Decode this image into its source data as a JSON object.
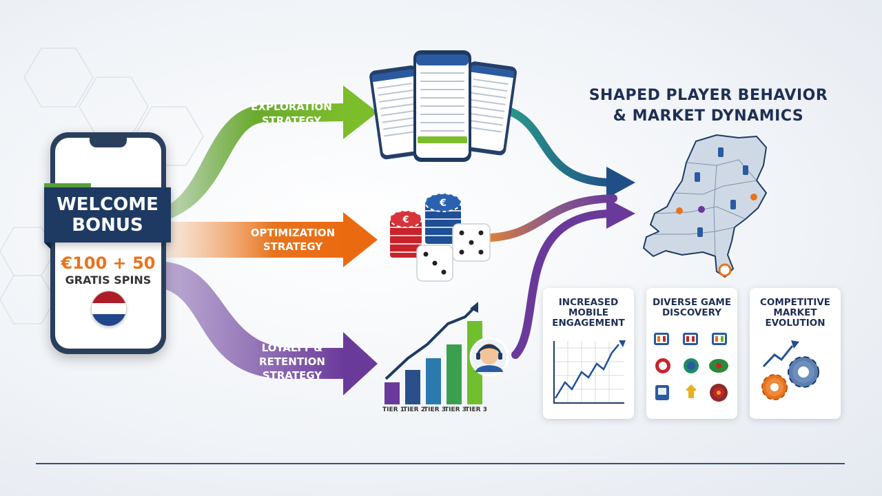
{
  "welcome": {
    "banner_line1": "WELCOME",
    "banner_line2": "BONUS",
    "amount": "€100 + 50",
    "spins": "GRATIS SPINS"
  },
  "strategies": [
    {
      "line1": "EXPLORATION",
      "line2": "STRATEGY",
      "color": "#6aab2e"
    },
    {
      "line1": "OPTIMIZATION",
      "line2": "STRATEGY",
      "color": "#e8731c"
    },
    {
      "line1": "LOYALTY &",
      "line2": "RETENTION",
      "line3": "STRATEGY",
      "color": "#6a3a9a"
    }
  ],
  "tiers": [
    "TIER 1",
    "TIER 2",
    "TIER 3",
    "TIER 3",
    "TIER 3"
  ],
  "outcome": {
    "title_line1": "SHAPED PLAYER BEHAVIOR",
    "title_line2": "& MARKET DYNAMICS"
  },
  "cards": [
    {
      "line1": "INCREASED",
      "line2": "MOBILE",
      "line3": "ENGAGEMENT",
      "icon": "line-chart-icon"
    },
    {
      "line1": "DIVERSE GAME",
      "line2": "DISCOVERY",
      "line3": "",
      "icon": "games-grid-icon"
    },
    {
      "line1": "COMPETITIVE",
      "line2": "MARKET",
      "line3": "EVOLUTION",
      "icon": "gears-icon"
    }
  ],
  "colors": {
    "navy": "#1e3a63",
    "green": "#6aab2e",
    "orange": "#e8731c",
    "purple": "#6a3a9a",
    "blue": "#1f4f86",
    "teal": "#1f8a8a"
  }
}
